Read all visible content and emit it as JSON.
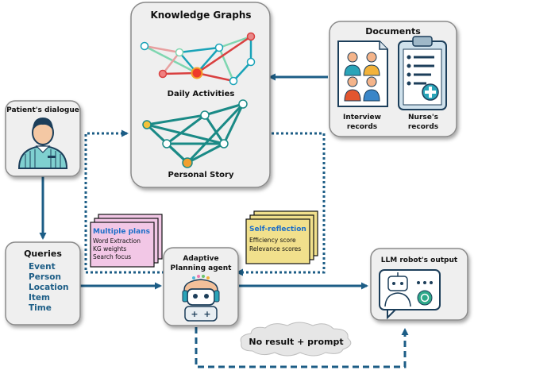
{
  "knowledge_graphs": {
    "title": "Knowledge Graphs",
    "daily_activities": "Daily Activities",
    "personal_story": "Personal Story"
  },
  "documents": {
    "title": "Documents",
    "interview_line1": "Interview",
    "interview_line2": "records",
    "nurse_line1": "Nurse's",
    "nurse_line2": "records"
  },
  "patient": {
    "title": "Patient's dialogue"
  },
  "queries": {
    "title": "Queries",
    "items": [
      "Event",
      "Person",
      "Location",
      "Item",
      "Time"
    ]
  },
  "multiple_plans": {
    "title": "Multiple plans",
    "items": [
      "Word Extraction",
      "KG weights",
      "Search focus"
    ]
  },
  "self_reflection": {
    "title": "Self-reflection",
    "items": [
      "Efficiency score",
      "Relevance scores"
    ]
  },
  "agent": {
    "line1": "Adaptive",
    "line2": "Planning agent"
  },
  "output": {
    "title": "LLM robot's output"
  },
  "cloud": {
    "text": "No result + prompt"
  },
  "colors": {
    "arrow": "#1c5d86",
    "box_fill": "#efefef",
    "box_stroke": "#8a8a8a",
    "plans_fill": "#f2c7e6",
    "reflection_fill": "#f1e08c",
    "kg_teal": "#1a8a86"
  }
}
